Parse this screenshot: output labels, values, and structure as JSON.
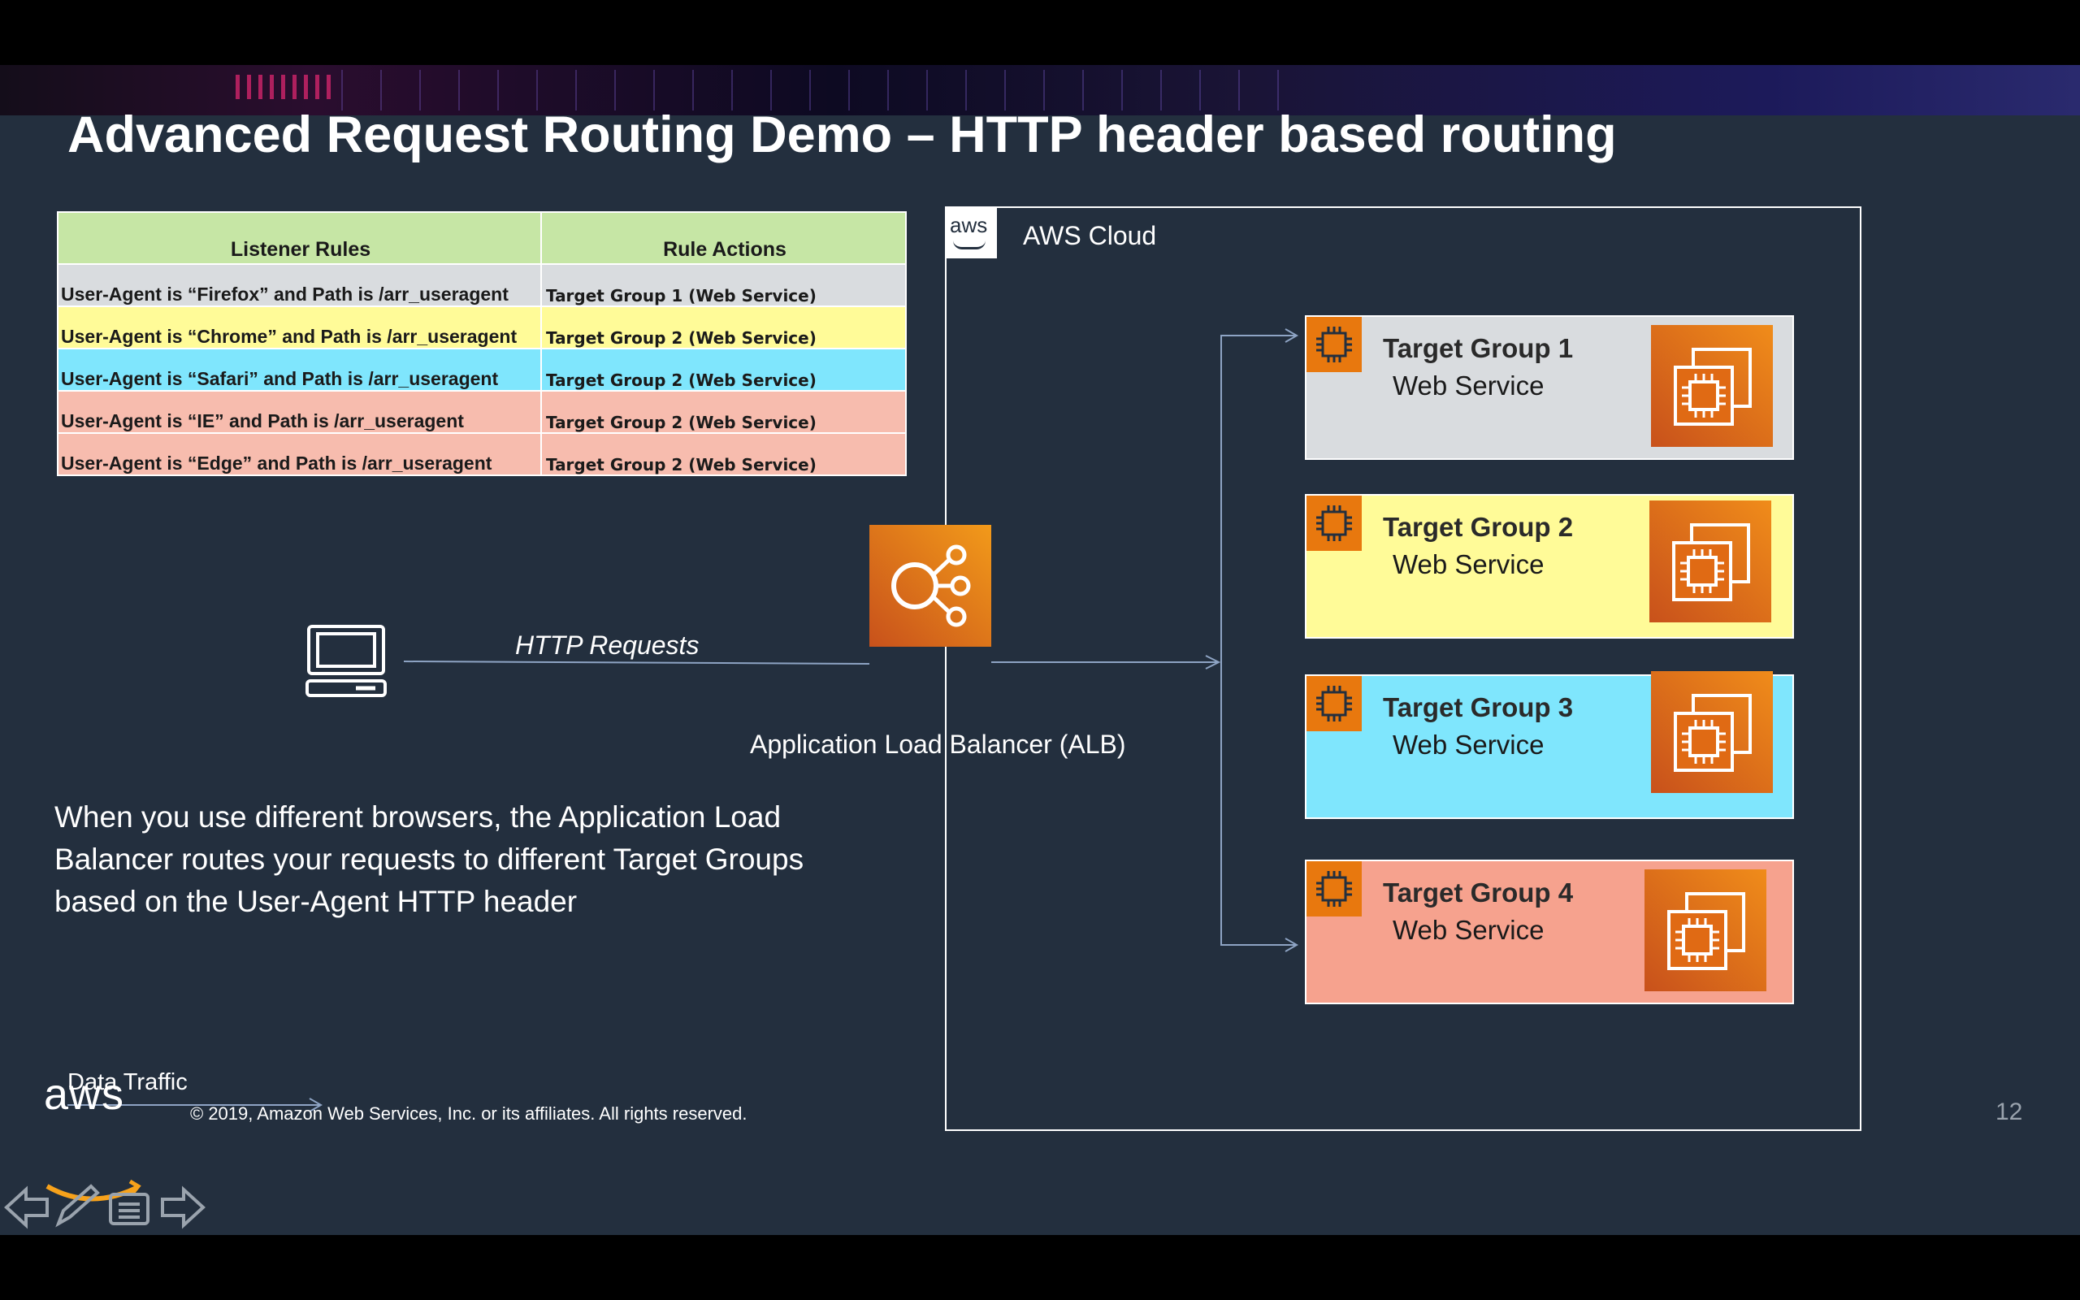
{
  "title": "Advanced Request Routing Demo – HTTP header based routing",
  "table": {
    "headers": [
      "Listener Rules",
      "Rule Actions"
    ],
    "rows": [
      {
        "rule": "User-Agent is “Firefox” and Path is /arr_useragent",
        "action": "Target Group 1 (Web Service)",
        "color": "#d9dcdf"
      },
      {
        "rule": "User-Agent is “Chrome” and Path is /arr_useragent",
        "action": "Target Group 2 (Web Service)",
        "color": "#fffb98"
      },
      {
        "rule": "User-Agent is “Safari” and Path is /arr_useragent",
        "action": "Target Group 2 (Web Service)",
        "color": "#7fe6fd"
      },
      {
        "rule": "User-Agent is “IE” and Path is /arr_useragent",
        "action": "Target Group 2 (Web Service)",
        "color": "#f7bcae"
      },
      {
        "rule": "User-Agent is “Edge” and Path is /arr_useragent",
        "action": "Target Group 2 (Web Service)",
        "color": "#f7bcae"
      }
    ]
  },
  "aws_badge": "aws",
  "cloud_label": "AWS Cloud",
  "target_groups": [
    {
      "name": "Target Group 1",
      "service": "Web Service",
      "color": "#d9dcdf"
    },
    {
      "name": "Target Group 2",
      "service": "Web Service",
      "color": "#fffb98"
    },
    {
      "name": "Target Group 3",
      "service": "Web Service",
      "color": "#7fe6fd"
    },
    {
      "name": "Target Group 4",
      "service": "Web Service",
      "color": "#f6a28e"
    }
  ],
  "http_requests_label": "HTTP Requests",
  "alb_label": "Application Load Balancer (ALB)",
  "description": "When you use different browsers, the Application Load Balancer routes your requests to different Target Groups based on the User-Agent HTTP header",
  "legend_label": "Data Traffic",
  "footer": {
    "logo": "aws",
    "copyright": "© 2019, Amazon Web Services, Inc. or its affiliates. All rights reserved."
  },
  "page_number": "12",
  "colors": {
    "slide_bg": "#232f3e",
    "accent_orange": "#e8780e",
    "arrow": "#8ea4c4"
  }
}
